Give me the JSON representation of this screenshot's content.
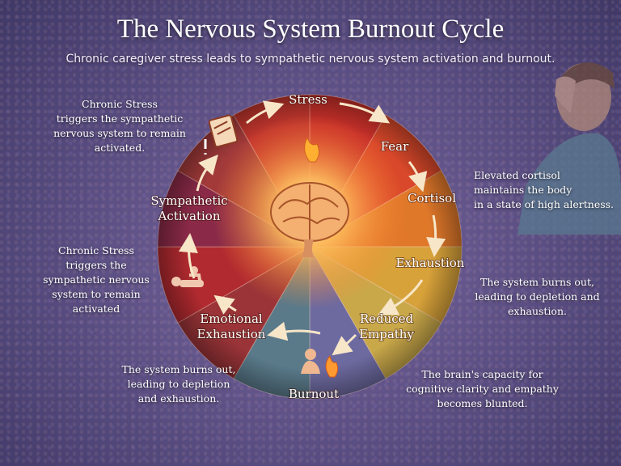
{
  "title": "The Nervous System Burnout Cycle",
  "subtitle": "Chronic caregiver stress leads to sympathetic nervous system activation and burnout.",
  "stages": [
    {
      "label": [
        "Stress"
      ]
    },
    {
      "label": [
        "Fear"
      ]
    },
    {
      "label": [
        "Cortisol"
      ]
    },
    {
      "label": [
        "Exhaustion"
      ]
    },
    {
      "label": [
        "Reduced",
        "Empathy"
      ]
    },
    {
      "label": [
        "Burnout"
      ]
    },
    {
      "label": [
        "Emotional",
        "Exhaustion"
      ]
    },
    {
      "label": [
        "Sympathetic",
        "Activation"
      ]
    }
  ],
  "notes": {
    "top_left": [
      "Chronic Stress",
      "triggers the sympathetic",
      "nervous system to remain",
      "activated."
    ],
    "mid_left": [
      "Chronic Stress",
      "triggers the",
      "sympathetic nervous",
      "system to remain activated"
    ],
    "bottom_left": [
      "The system burns out,",
      "leading to depletion",
      "and exhaustion."
    ],
    "top_right": [
      "Elevated cortisol",
      "maintains the body",
      "in a state of high alertness."
    ],
    "mid_right": [
      "The system burns out,",
      "leading to depletion and",
      "exhaustion."
    ],
    "bottom_right": [
      "The brain's capacity for",
      "cognitive clarity and empathy",
      "becomes blunted."
    ]
  },
  "colors": {
    "segments": [
      "#c8302a",
      "#d9482a",
      "#e0782a",
      "#d8a23a",
      "#c9a84a",
      "#6d6aa0",
      "#5a7a8a",
      "#9a3438",
      "#b02a30",
      "#8a2a48",
      "#a23a3a",
      "#c2362e"
    ],
    "arrow": "#f7e6c8"
  },
  "icons": [
    "brain-icon",
    "flame-icon",
    "clipboard-icon",
    "exhausted-person-icon",
    "caregiver-icon",
    "fire-icon",
    "distressed-person-illustration"
  ]
}
